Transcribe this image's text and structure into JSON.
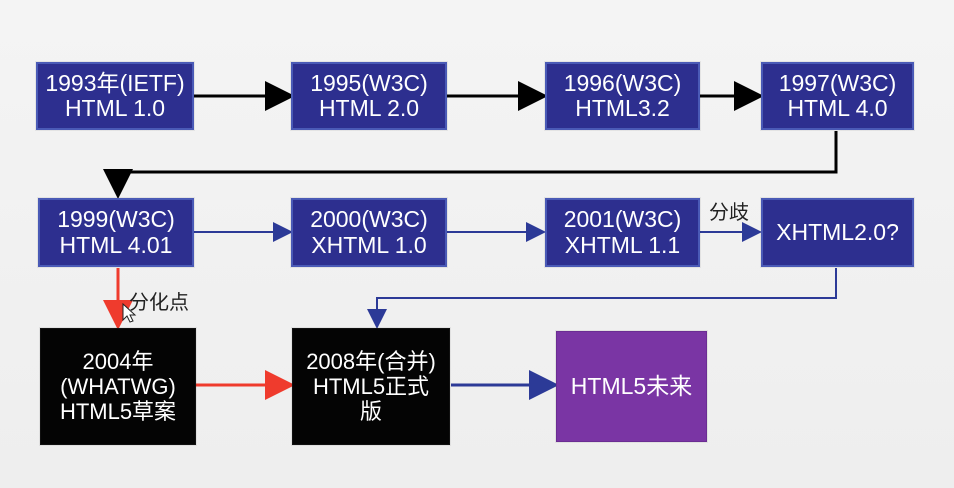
{
  "nodes": {
    "n1993": {
      "line1": "1993年(IETF)",
      "line2": "HTML 1.0"
    },
    "n1995": {
      "line1": "1995(W3C)",
      "line2": "HTML 2.0"
    },
    "n1996": {
      "line1": "1996(W3C)",
      "line2": "HTML3.2"
    },
    "n1997": {
      "line1": "1997(W3C)",
      "line2": "HTML 4.0"
    },
    "n1999": {
      "line1": "1999(W3C)",
      "line2": "HTML 4.01"
    },
    "n2000": {
      "line1": "2000(W3C)",
      "line2": "XHTML 1.0"
    },
    "n2001": {
      "line1": "2001(W3C)",
      "line2": "XHTML 1.1"
    },
    "nx2": {
      "line1": "XHTML2.0?"
    },
    "n2004": {
      "line1": "2004年",
      "line2": "(WHATWG)",
      "line3": "HTML5草案"
    },
    "n2008": {
      "line1": "2008年(合并)",
      "line2": "HTML5正式",
      "line3": "版"
    },
    "nfuture": {
      "line1": "HTML5未来"
    }
  },
  "labels": {
    "branch": "分化点",
    "diverge": "分歧"
  },
  "colors": {
    "blue_box": "#2d2f8f",
    "black_box": "#040404",
    "purple_box": "#7a35a4",
    "arrow_black": "#000000",
    "arrow_blue": "#2c3a97",
    "arrow_red": "#ef3b2d"
  }
}
